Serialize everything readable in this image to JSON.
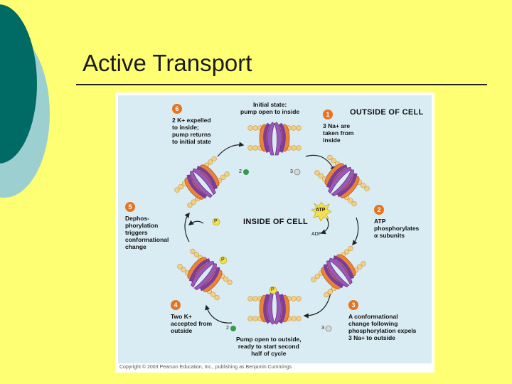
{
  "slide": {
    "title": "Active Transport"
  },
  "figure": {
    "outside_label": "OUTSIDE OF CELL",
    "inside_label": "INSIDE OF CELL",
    "atp": "ATP",
    "adp": "ADP",
    "phosphate": "P",
    "steps": [
      {
        "number": "1",
        "text": "3 Na+ are\ntaken from\ninside"
      },
      {
        "number": "2",
        "text": "ATP\nphosphorylates\nα subunits"
      },
      {
        "number": "3",
        "text": "A conformational\nchange following\nphosphorylation expels\n3 Na+ to outside"
      },
      {
        "number": "4",
        "text": "Two K+\naccepted from\noutside"
      },
      {
        "number": "5",
        "text": "Dephos-\nphorylation\ntriggers\nconformational\nchange"
      },
      {
        "number": "6",
        "text": "2 K+ expelled\nto inside;\npump returns\nto initial state"
      }
    ],
    "initial_state": "Initial state:\npump open to inside",
    "open_outside": "Pump open to outside,\nready to start second\nhalf of cycle",
    "ion_3na": "3",
    "ion_2k_top": "2",
    "ion_2k_bottom": "2",
    "ion_3na_bottom": "3",
    "copyright": "Copyright © 2003 Pearson Education, Inc., publishing as Benjamin Cummings"
  },
  "colors": {
    "background": "#ffff73",
    "panel": "#d9ecf4",
    "step_circle": "#e8731e",
    "pump": "#9b59b6",
    "protein": "#e8843a",
    "membrane": "#f2cf88"
  }
}
